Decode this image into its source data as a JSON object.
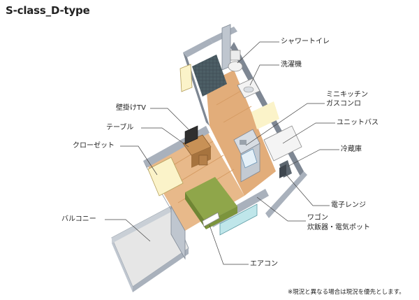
{
  "title": "S-class_D-type",
  "labels": {
    "shower_toilet": "シャワートイレ",
    "washer": "洗濯機",
    "mini_kitchen": "ミニキッチン",
    "gas_stove": "ガスコンロ",
    "unit_bath": "ユニットバス",
    "fridge": "冷蔵庫",
    "microwave": "電子レンジ",
    "wagon": "ワゴン",
    "rice_cooker_pot": "炊飯器・電気ポット",
    "aircon": "エアコン",
    "balcony": "バルコニー",
    "closet": "クローゼット",
    "table": "テーブル",
    "wall_tv": "壁掛けTV"
  },
  "footnote": "※現況と異なる場合は現況を優先とします。",
  "colors": {
    "wall": "#a9b1bc",
    "wall_dark": "#7e8793",
    "floor": "#e8b98a",
    "floor_dark": "#d59b63",
    "bed": "#8fa64a",
    "bed_dark": "#6f8634",
    "light": "#fbf3c9",
    "leader": "#444444"
  }
}
